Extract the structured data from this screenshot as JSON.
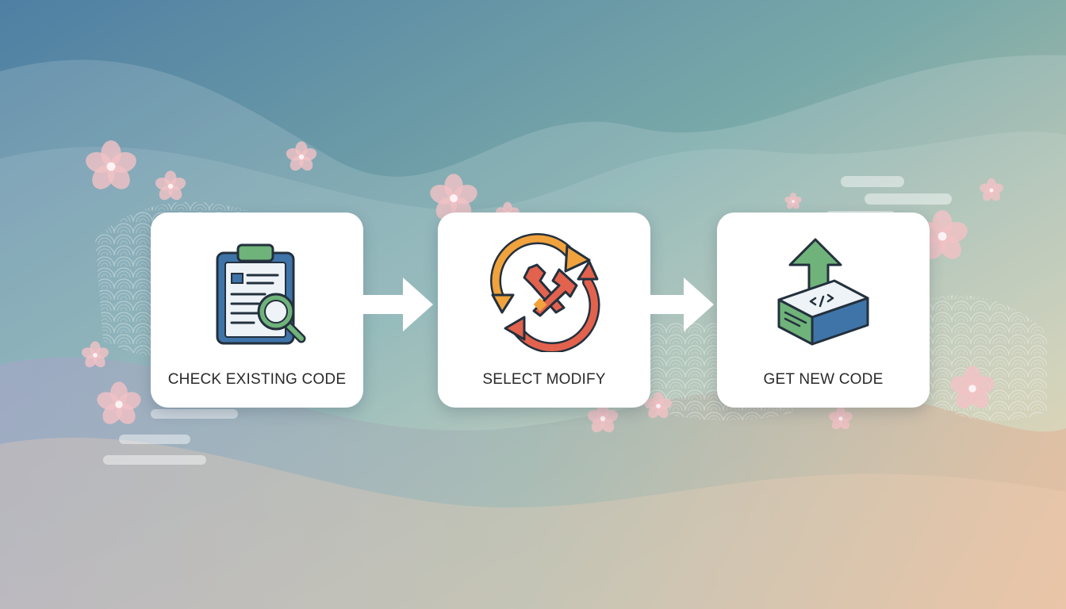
{
  "steps": [
    {
      "label": "CHECK EXISTING CODE",
      "icon": "clipboard-magnifier-icon"
    },
    {
      "label": "SELECT MODIFY",
      "icon": "wrench-cycle-icon"
    },
    {
      "label": "GET NEW CODE",
      "icon": "upload-code-box-icon"
    }
  ],
  "colors": {
    "blue": "#3f74a8",
    "green": "#6fb37a",
    "orange": "#f0a23c",
    "red": "#e2624e",
    "card": "#ffffff",
    "blossom": "#f3c2c5"
  }
}
